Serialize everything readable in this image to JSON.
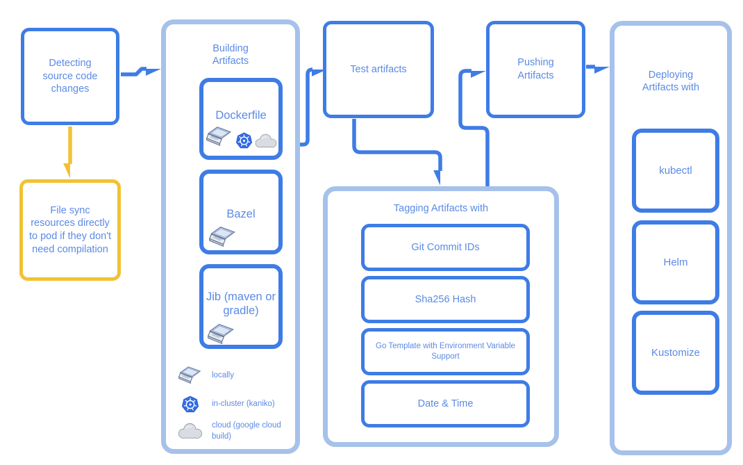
{
  "colors": {
    "node_border_blue": "#3E7CE6",
    "container_border_light_blue": "#A6C1EA",
    "branch_yellow": "#F1C232",
    "text_blue": "#5B8AE5",
    "kubernetes_blue": "#326CE5",
    "cloud_gray": "#d9dde3"
  },
  "nodes": {
    "detecting": {
      "label": "Detecting source code changes"
    },
    "file_sync": {
      "label": "File sync resources directly to pod if they don't need compilation"
    },
    "building": {
      "title": "Building Artifacts",
      "items": [
        {
          "label": "Dockerfile",
          "icons": [
            "laptop-icon",
            "kubernetes-icon",
            "cloud-icon"
          ]
        },
        {
          "label": "Bazel",
          "icons": [
            "laptop-icon"
          ]
        },
        {
          "label": "Jib (maven or gradle)",
          "icons": [
            "laptop-icon"
          ]
        }
      ],
      "legend": [
        {
          "icon": "laptop-icon",
          "label": "locally"
        },
        {
          "icon": "kubernetes-icon",
          "label": "in-cluster (kaniko)"
        },
        {
          "icon": "cloud-icon",
          "label": "cloud (google cloud build)"
        }
      ]
    },
    "test": {
      "label": "Test artifacts"
    },
    "tagging": {
      "title": "Tagging Artifacts with",
      "items": [
        "Git Commit IDs",
        "Sha256 Hash",
        "Go Template with Environment Variable Support",
        "Date & Time"
      ]
    },
    "pushing": {
      "label": "Pushing Artifacts"
    },
    "deploying": {
      "title": "Deploying Artifacts with",
      "items": [
        "kubectl",
        "Helm",
        "Kustomize"
      ]
    }
  }
}
